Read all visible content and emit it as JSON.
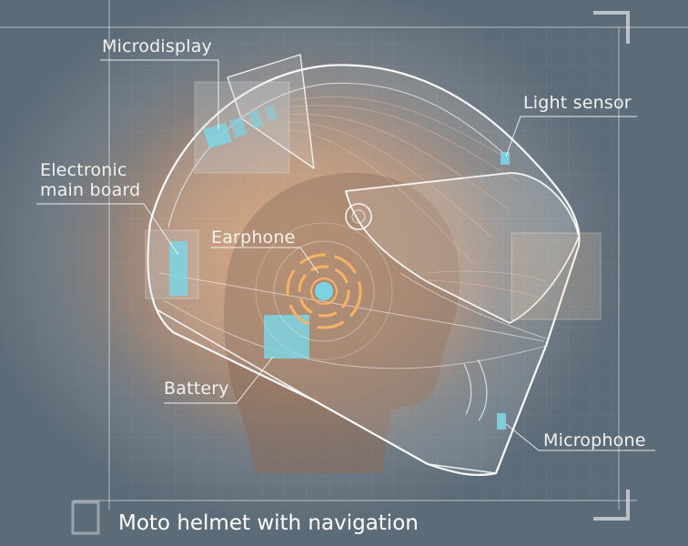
{
  "labels": {
    "microdisplay": "Microdisplay",
    "light_sensor": "Light sensor",
    "main_board_line1": "Electronic",
    "main_board_line2": "main board",
    "earphone": "Earphone",
    "battery": "Battery",
    "microphone": "Microphone"
  },
  "caption": "Moto helmet with navigation",
  "colors": {
    "accent_cyan": "#7ed3e3",
    "earphone_orange": "#f7b264",
    "line_white": "#ffffff"
  }
}
